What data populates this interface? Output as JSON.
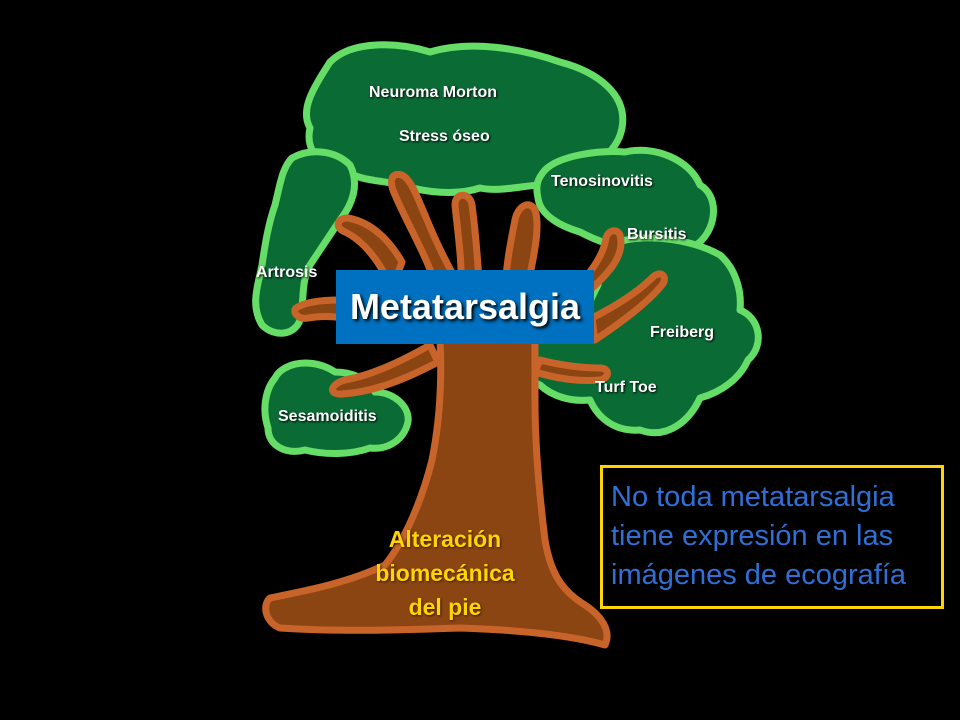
{
  "diagram": {
    "title": "Metatarsalgia",
    "leaves": {
      "neuroma": "Neuroma  Morton",
      "stress": "Stress óseo",
      "tenosinovitis": "Tenosinovitis",
      "bursitis": "Bursitis",
      "artrosis": "Artrosis",
      "freiberg": "Freiberg",
      "turf_toe": "Turf Toe",
      "sesamoiditis": "Sesamoiditis"
    },
    "root": {
      "line1": "Alteración",
      "line2": "biomecánica",
      "line3": "del pie"
    },
    "note": {
      "line1": "No toda metatarsalgia",
      "line2": "tiene expresión en las",
      "line3": "imágenes de ecografía"
    }
  },
  "colors": {
    "background": "#000000",
    "foliage": "#0b6b35",
    "foliage_outline": "#66dd66",
    "trunk": "#8b4513",
    "trunk_outline": "#c8642a",
    "title_box": "#0070c0",
    "root_text": "#ffd400",
    "note_border": "#ffd400",
    "note_text": "#2f6fd6"
  }
}
